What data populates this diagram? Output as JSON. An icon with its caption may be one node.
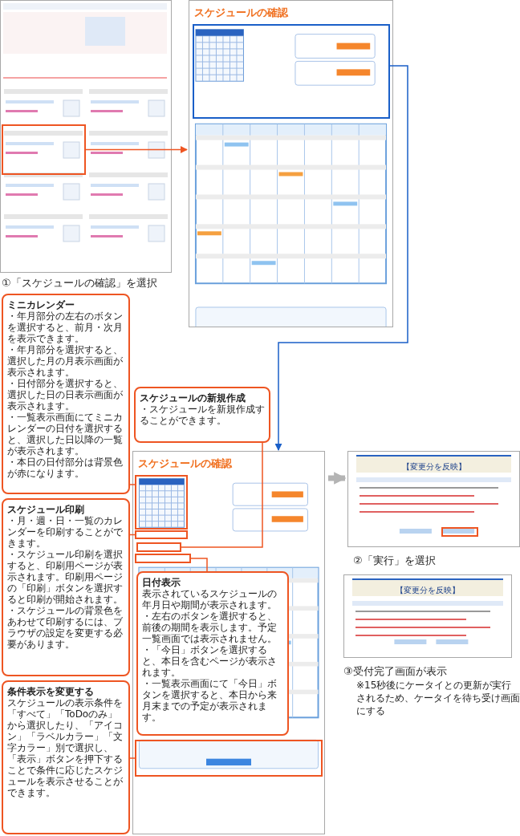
{
  "diagram": {
    "nodes": [
      {
        "text": [],
        "shape": "picture",
        "beside": [
          "①「スケジュールの確認」を選択"
        ]
      },
      {
        "text": [],
        "shape": "box",
        "in": 0
      },
      {
        "text": [
          "スケジュールの確認"
        ]
      },
      {
        "text": [],
        "shape": "box",
        "in": 2
      },
      {
        "text": [
          "スケジュールの確認"
        ]
      },
      {
        "text": [],
        "shape": "box",
        "in": 4
      },
      {
        "text": [],
        "shape": "box",
        "in": 4
      },
      {
        "text": [],
        "shape": "box",
        "in": 4
      },
      {
        "text": [],
        "shape": "box",
        "in": 4
      },
      {
        "text": [],
        "shape": "box",
        "in": 4
      },
      {
        "text": [
          "【変更分を反映】"
        ],
        "beside": [
          "②「実行」を選択"
        ]
      },
      {
        "text": [],
        "shape": "box",
        "in": 10
      },
      {
        "text": [
          "【変更分を反映】"
        ],
        "beside": [
          "③受付完了画面が表示",
          "※15秒後にケータイとの更新が実行されるため、ケータイを待ち受け画面にする"
        ]
      },
      {
        "text": [
          "ミニカレンダー",
          "・年月部分の左右のボタンを選択すると、前月・次月を表示できます。",
          "・年月部分を選択すると、選択した月の月表示画面が表示されます。",
          "・日付部分を選択すると、選択した日の日表示画面が表示されます。",
          "・一覧表示画面にてミニカレンダーの日付を選択すると、選択した日以降の一覧が表示されます。",
          "・本日の日付部分は背景色が赤になります。"
        ]
      },
      {
        "text": [
          "スケジュール印刷",
          "・月・週・日・一覧のカレンダーを印刷することができます。",
          "・スケジュール印刷を選択すると、印刷用ページが表示されます。印刷用ページの「印刷」ボタンを選択すると印刷が開始されます。",
          "・スケジュールの背景色をあわせて印刷するには、ブラウザの設定を変更する必要があります。"
        ]
      },
      {
        "text": [
          "条件表示を変更する",
          "スケジュールの表示条件を「すべて」「ToDoのみ」から選択したり、「アイコン」「ラベルカラー」「文字カラー」別で選択し、「表示」ボタンを押下することで条件に応じたスケジュールを表示させることができます。"
        ]
      },
      {
        "text": [
          "スケジュールの新規作成",
          "・スケジュールを新規作成することができます。"
        ]
      },
      {
        "in": 4,
        "text": [
          "日付表示",
          "表示されているスケジュールの年月日や期間が表示されます。",
          "・左右のボタンを選択すると、前後の期間を表示します。予定一覧画面では表示されません。",
          "・「今日」ボタンを選択すると、本日を含むページが表示されます。",
          "・一覧表示画面にて「今日」ボタンを選択すると、本日から来月末までの予定が表示されます。"
        ]
      }
    ],
    "edges": [
      {
        "from": 1,
        "to": 2,
        "arrow": "to"
      },
      {
        "from": 3,
        "to": 4,
        "arrow": "to",
        "color": "#1a5fc8"
      },
      {
        "from": 4,
        "to": 10,
        "arrow": "to",
        "style": "thick",
        "color": "#b4b4b4"
      },
      {
        "from": 13,
        "to": 5,
        "arrow": "none"
      },
      {
        "from": 14,
        "to": 6,
        "arrow": "none"
      },
      {
        "from": 15,
        "to": 9,
        "arrow": "none"
      },
      {
        "from": 16,
        "to": 7,
        "arrow": "none"
      },
      {
        "from": 17,
        "to": 8,
        "arrow": "none"
      }
    ]
  }
}
